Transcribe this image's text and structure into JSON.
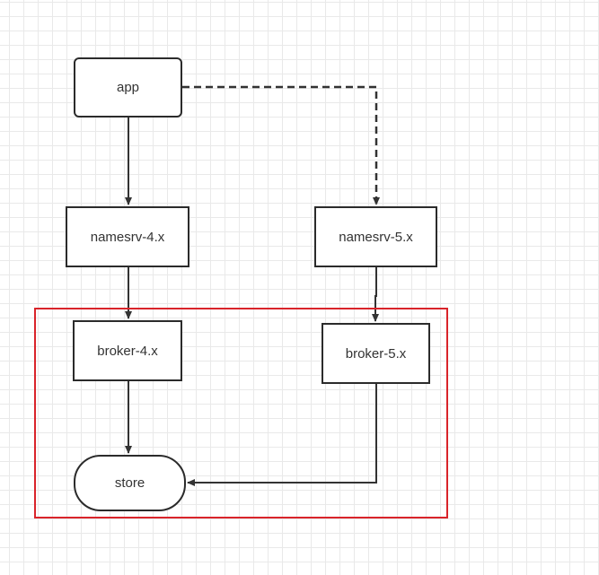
{
  "colors": {
    "line": "#333333",
    "node_border": "#2b2b2b",
    "boundary": "#d9242a",
    "grid": "#e9e9e9"
  },
  "nodes": {
    "app": "app",
    "namesrv4": "namesrv-4.x",
    "namesrv5": "namesrv-5.x",
    "broker4": "broker-4.x",
    "broker5": "broker-5.x",
    "store": "store"
  }
}
